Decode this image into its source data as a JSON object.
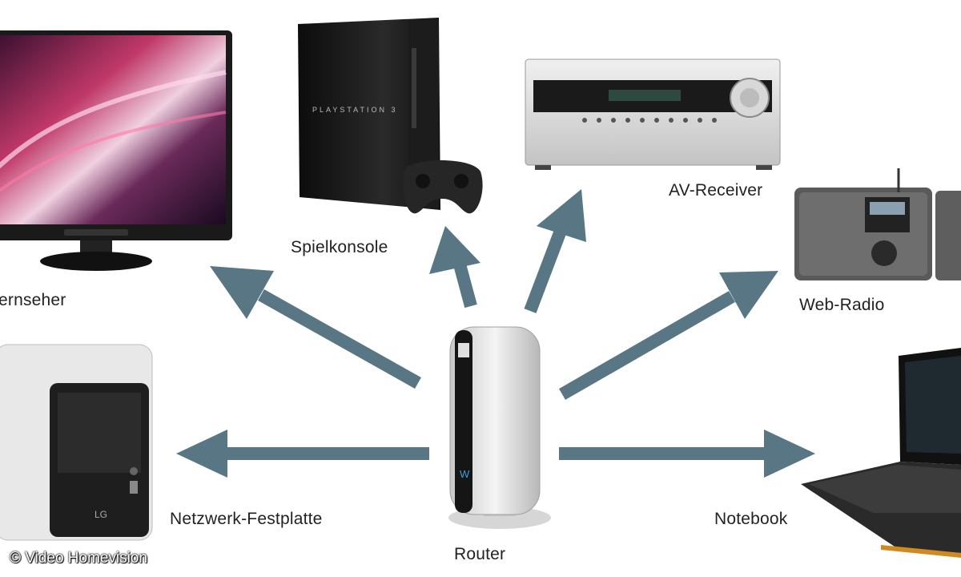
{
  "colors": {
    "arrow": "#587684",
    "background": "#ffffff",
    "label": "#222222"
  },
  "nodes": {
    "router": {
      "label": "Router",
      "icon": "router-icon"
    },
    "tv": {
      "label": "ernseher",
      "icon": "tv-icon"
    },
    "console": {
      "label": "Spielkonsole",
      "icon": "game-console-icon"
    },
    "receiver": {
      "label": "AV-Receiver",
      "icon": "av-receiver-icon"
    },
    "radio": {
      "label": "Web-Radio",
      "icon": "web-radio-icon"
    },
    "nas": {
      "label": "Netzwerk-Festplatte",
      "icon": "nas-drive-icon"
    },
    "notebook": {
      "label": "Notebook",
      "icon": "notebook-icon"
    }
  },
  "edges": [
    {
      "from": "router",
      "to": "tv"
    },
    {
      "from": "router",
      "to": "console"
    },
    {
      "from": "router",
      "to": "receiver"
    },
    {
      "from": "router",
      "to": "radio"
    },
    {
      "from": "router",
      "to": "nas"
    },
    {
      "from": "router",
      "to": "notebook"
    }
  ],
  "credit": "© Video Homevision"
}
